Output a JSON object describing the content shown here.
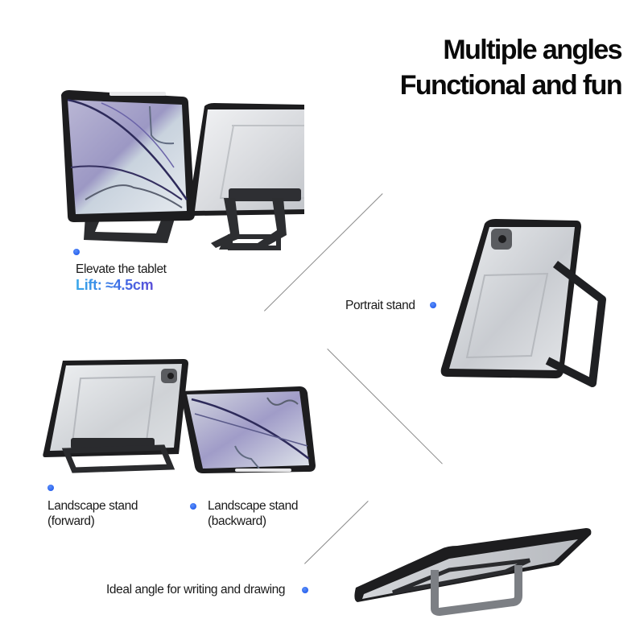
{
  "header": {
    "title_line1": "Multiple angles",
    "title_line2": "Functional and fun"
  },
  "features": [
    {
      "id": "elevate",
      "label": "Elevate the tablet",
      "sub": "Lift: ≈4.5cm",
      "dot_color": "#2f6bf0"
    },
    {
      "id": "portrait",
      "label": "Portrait stand",
      "dot_color": "#2f6bf0"
    },
    {
      "id": "landscape_forward",
      "label_line1": "Landscape stand",
      "label_line2": "(forward)",
      "dot_color": "#2f6bf0"
    },
    {
      "id": "landscape_backward",
      "label_line1": "Landscape stand",
      "label_line2": "(backward)",
      "dot_color": "#2f6bf0"
    },
    {
      "id": "writing",
      "label": "Ideal angle for writing and drawing",
      "dot_color": "#2f6bf0"
    }
  ],
  "illustrations": [
    {
      "name": "tablet-front-with-kickstand",
      "desc": "tablet screen facing front, raised on stand"
    },
    {
      "name": "tablet-back-with-stand",
      "desc": "tablet back with foldable stand"
    },
    {
      "name": "tablet-portrait-stand",
      "desc": "tablet in portrait on stand"
    },
    {
      "name": "tablet-landscape-forward",
      "desc": "tablet back view landscape forward"
    },
    {
      "name": "tablet-landscape-backward",
      "desc": "tablet screen landscape backward"
    },
    {
      "name": "tablet-writing-angle",
      "desc": "tablet low angle for writing"
    }
  ],
  "colors": {
    "accent_dot": "#2f6bf0",
    "lift_gradient_start": "#38a8ea",
    "lift_gradient_end": "#5b4fd8",
    "case_black": "#1c1c1e",
    "case_back": "#d9dbde",
    "divider": "#8a8a8a"
  }
}
